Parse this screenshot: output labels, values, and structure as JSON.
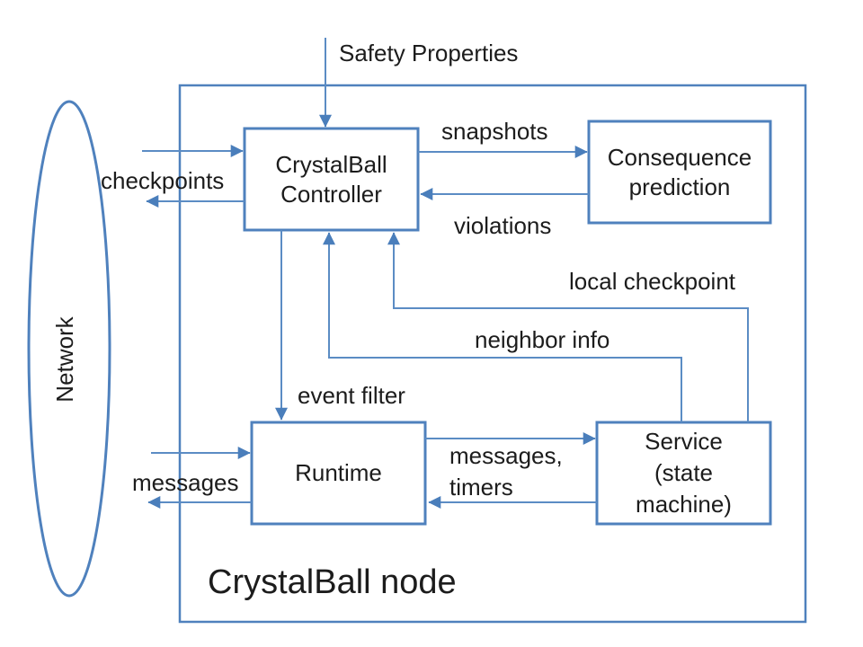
{
  "diagram": {
    "node_label": "CrystalBall node",
    "input_label": "Safety Properties",
    "network": {
      "label": "Network"
    },
    "boxes": {
      "controller": {
        "line1": "CrystalBall",
        "line2": "Controller"
      },
      "consequence": {
        "line1": "Consequence",
        "line2": "prediction"
      },
      "runtime": {
        "line1": "Runtime"
      },
      "service": {
        "line1": "Service",
        "line2": "(state",
        "line3": "machine)"
      }
    },
    "edge_labels": {
      "snapshots": "snapshots",
      "violations": "violations",
      "checkpoints": "checkpoints",
      "local_checkpoint": "local checkpoint",
      "neighbor_info": "neighbor info",
      "event_filter": "event filter",
      "messages": "messages",
      "messages_timers_line1": "messages,",
      "messages_timers_line2": "timers"
    },
    "colors": {
      "box_border": "#4f81bd",
      "connector": "#5b8cc4",
      "arrowhead": "#4a7ebb",
      "text": "#1c1c1c",
      "background": "#ffffff"
    }
  }
}
